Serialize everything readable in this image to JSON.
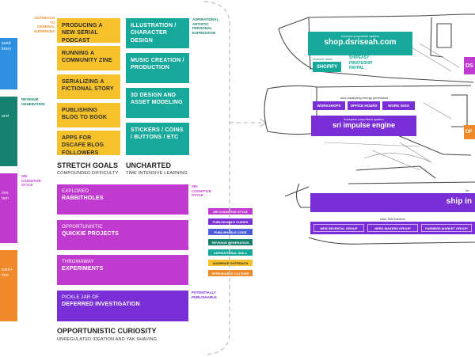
{
  "left_strip": {
    "blue": "ased\nbrary",
    "teal": "and",
    "purple": "ons\ntam",
    "orange": "earn+\ntion",
    "tag_revenue": "REVENUE\nGENERATION",
    "tag_sri": "SRI\nCOGNITIVE\nSTYLE"
  },
  "stretch": {
    "tag": "OUTREACH\nTO GENERAL\nAUDIENCES",
    "cards": [
      "PRODUCING A NEW SERIAL PODCAST",
      "RUNNING A COMMUNITY ZINE",
      "SERIALIZING A FICTIONAL STORY",
      "PUBLISHING BLOG TO BOOK",
      "APPS FOR DSCAFE BLOG FOLLOWERS"
    ],
    "heading": "STRETCH GOALS",
    "sub": "COMPOUNDED DIFFICULTY"
  },
  "uncharted": {
    "tag": "ASPIRATIONAL\nARTISTIC\nPERSONAL\nEXPRESSION",
    "cards": [
      "ILLUSTRATION / CHARACTER DESIGN",
      "MUSIC CREATION / PRODUCTION",
      "3D DESIGN AND ASSET MODELING",
      "STICKERS / COINS / BUTTONS / ETC"
    ],
    "heading": "UNCHARTED",
    "sub": "TIME INTENSIVE LEARNING"
  },
  "opportunistic": {
    "cards": [
      {
        "small": "EXPLORED",
        "big": "RABBITHOLES"
      },
      {
        "small": "OPPORTUNISTIC",
        "big": "QUICKIE PROJECTS"
      },
      {
        "small": "THROWAWAY",
        "big": "EXPERIMENTS"
      },
      {
        "small": "PICKLE JAR OF",
        "big": "DEFERRED INVESTIGATION"
      }
    ],
    "tag_sri": "SRI\nCOGNITIVE\nSTYLE",
    "tag_publish": "POTENTIALLY\nPUBLISHABLE",
    "heading": "OPPORTUNISTIC CURIOSITY",
    "sub": "UNREGULATED IDEATION AND YAK SHAVING"
  },
  "legend": [
    {
      "label": "SRI COGNITIVE STYLE",
      "color": "#c13ad0"
    },
    {
      "label": "PUBLISHABLE GUIDES",
      "color": "#7a2fd6"
    },
    {
      "label": "PUBLISHABLE CODE",
      "color": "#4b5fd6"
    },
    {
      "label": "REVENUE GENERATION",
      "color": "#16816f"
    },
    {
      "label": "ASPIRATIONAL SKILL",
      "color": "#16a89a"
    },
    {
      "label": "AUDIENCE OUTREACH",
      "color": "#f6c12a"
    },
    {
      "label": "SPREADABLE CULTURE",
      "color": "#ee8a2a"
    }
  ],
  "ship": {
    "top_caption": "revenue propulsion system",
    "top_domain": "shop.dsriseah.com",
    "shopify_caption": "revenue stack",
    "shopify": "SHOPIFY",
    "shipeasy_lines": "SHIPEASY\nPIRATESHIP\nPAYPAL",
    "right_top": "DS",
    "mid_caption": "auto-catalyzing energy generators",
    "pills_mid": [
      "WORKSHOPS",
      "OFFICE HOURS",
      "WORK GIGS"
    ],
    "sri_caption": "subspace propulsion system",
    "sri": "sri impulse engine",
    "right_mid": "OF",
    "bottom_caption_right": "for",
    "ship_in": "ship in",
    "warp_caption": "warp field balance",
    "pills_bottom": [
      "WEB SEVENTAL GROUP",
      "NERD MAKERS GROUP",
      "FARMERS MARKET GROUP"
    ]
  }
}
